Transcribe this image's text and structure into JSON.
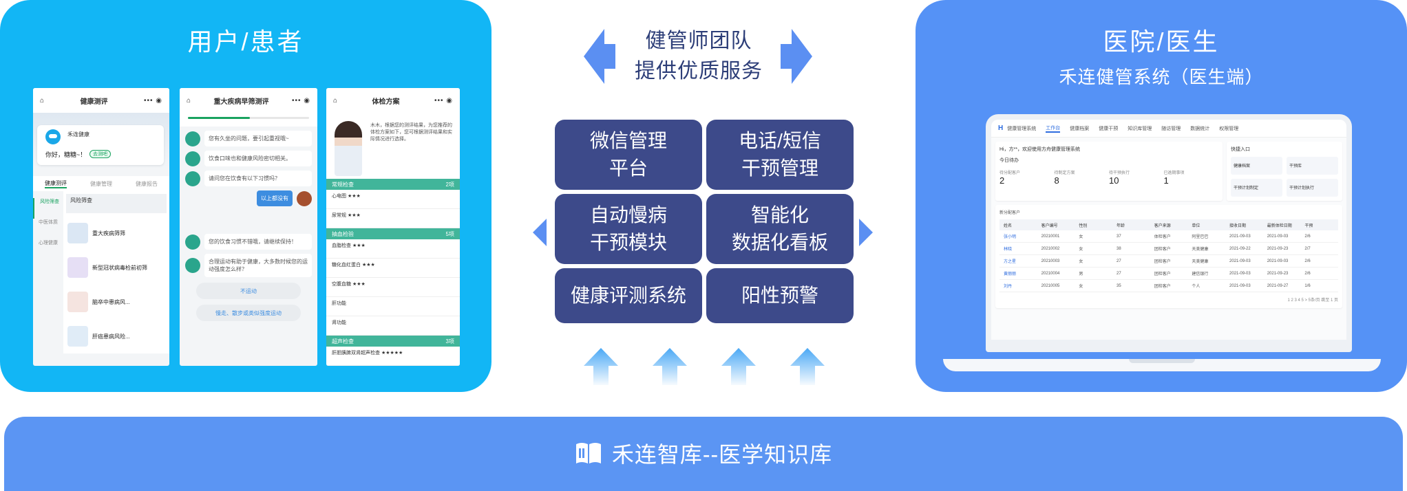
{
  "left_panel": {
    "title": "用户/患者",
    "phone1": {
      "title": "健康测评",
      "brand": "禾连健康",
      "greeting": "你好，糖糖~！",
      "badge": "去测吧",
      "tabs": [
        "健康测评",
        "健康管理",
        "健康报告"
      ],
      "side": [
        "风险筛查",
        "中医体质",
        "心理健康"
      ],
      "risk_title": "风险筛查",
      "items": [
        "重大疾病筛筛",
        "新型冠状病毒检前初筛",
        "脑卒中患病风...",
        "肝癌患病风险..."
      ]
    },
    "phone2": {
      "title": "重大疾病早筛测评",
      "chats": [
        "您有久坐的问题，要引起重视哦~",
        "饮食口味也和健康风险密切相关。",
        "请问您在饮食有以下习惯吗？"
      ],
      "reply": "以上都没有",
      "chats2": [
        "您的饮食习惯不错哦，请继续保持！",
        "合理运动有助于健康，大多数时候您的运动强度怎么样？"
      ],
      "options": [
        "不运动",
        "慢走、散步或类似强度运动"
      ]
    },
    "phone3": {
      "title": "体检方案",
      "intro": "木木，根据您的测评结果，为您推荐的体检方案如下，您可根据测评结果和实际情况进行选择。",
      "sections": [
        {
          "name": "常规检查",
          "count": "2项",
          "rows": [
            "心电图 ★★★",
            "尿常规 ★★★"
          ]
        },
        {
          "name": "抽血检验",
          "count": "5项",
          "rows": [
            "血脂检查 ★★★",
            "糖化血红蛋白 ★★★",
            "空腹血糖 ★★★",
            "肝功能",
            "肾功能"
          ]
        },
        {
          "name": "超声检查",
          "count": "3项",
          "rows": [
            "肝胆胰脾双肾超声检查 ★★★★★"
          ]
        }
      ]
    }
  },
  "center": {
    "title_line1": "健管师团队",
    "title_line2": "提供优质服务",
    "boxes": [
      {
        "line1": "微信管理",
        "line2": "平台"
      },
      {
        "line1": "电话/短信",
        "line2": "干预管理"
      },
      {
        "line1": "自动慢病",
        "line2": "干预模块"
      },
      {
        "line1": "智能化",
        "line2": "数据化看板"
      },
      {
        "line1": "健康评测系统",
        "line2": ""
      },
      {
        "line1": "阳性预警",
        "line2": ""
      }
    ],
    "colors": {
      "box": "#3d4a8a",
      "arrow": "#5b8ff2",
      "uparrow": "#4aa8f5",
      "title": "#2d3e78"
    }
  },
  "right_panel": {
    "title": "医院/医生",
    "subtitle": "禾连健管系统（医生端）",
    "laptop": {
      "app_name": "健康管理系统",
      "nav": [
        "工作台",
        "健康档案",
        "健康干预",
        "知识库管理",
        "随访管理",
        "数据统计",
        "权限管理"
      ],
      "welcome": "Hi，方**，欢迎使用方舟健康管理系统",
      "today": "今日待办",
      "stats": [
        {
          "label": "待分配客户",
          "value": "2"
        },
        {
          "label": "待制定方案",
          "value": "8"
        },
        {
          "label": "待干预执行",
          "value": "10"
        },
        {
          "label": "已逾期事项",
          "value": "1"
        }
      ],
      "quick_title": "快捷入口",
      "quick": [
        "健康档案",
        "干预库",
        "干预计划制定",
        "干预计划执行"
      ],
      "table_title": "新分配客户",
      "columns": [
        "姓名",
        "客户编号",
        "性别",
        "年龄",
        "客户来源",
        "单位",
        "接收日期",
        "最新体检日期",
        "干预"
      ],
      "rows": [
        [
          "张小明",
          "20210001",
          "女",
          "37",
          "体检客户",
          "阿里巴巴",
          "2021-09-03",
          "2021-09-03",
          "2/6"
        ],
        [
          "林晓",
          "20210002",
          "女",
          "38",
          "团检客户",
          "天美健康",
          "2021-09-22",
          "2021-09-23",
          "2/7"
        ],
        [
          "方之星",
          "20210003",
          "女",
          "27",
          "团检客户",
          "天美健康",
          "2021-09-03",
          "2021-09-03",
          "2/6"
        ],
        [
          "黄丽丽",
          "20210004",
          "男",
          "27",
          "团检客户",
          "建信银行",
          "2021-09-03",
          "2021-09-23",
          "2/6"
        ],
        [
          "刘丹",
          "20210005",
          "女",
          "35",
          "团检客户",
          "个人",
          "2021-09-03",
          "2021-09-27",
          "1/6"
        ]
      ],
      "pager": "1 2 3 4 5  >  5条/页  跳至 1 页"
    }
  },
  "bottom": {
    "label": "禾连智库--医学知识库"
  }
}
